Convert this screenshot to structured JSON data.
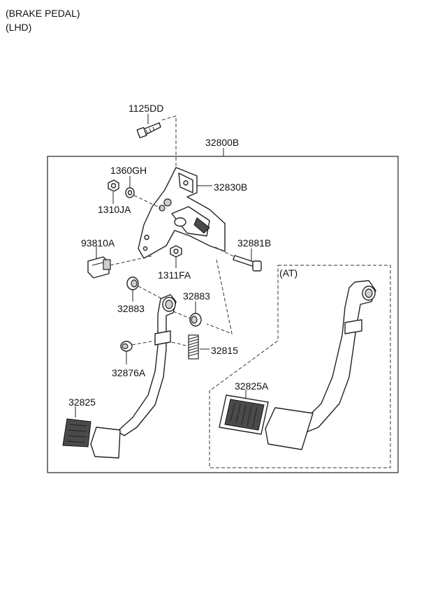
{
  "header": {
    "line1": "(BRAKE PEDAL)",
    "line2": "(LHD)"
  },
  "at_box_label": "(AT)",
  "parts": {
    "p1125DD": "1125DD",
    "p32800B": "32800B",
    "p1360GH": "1360GH",
    "p32830B": "32830B",
    "p1310JA": "1310JA",
    "p93810A": "93810A",
    "p32881B": "32881B",
    "p1311FA": "1311FA",
    "p32883a": "32883",
    "p32883b": "32883",
    "p32815": "32815",
    "p32876A": "32876A",
    "p32825": "32825",
    "p32825A": "32825A"
  }
}
